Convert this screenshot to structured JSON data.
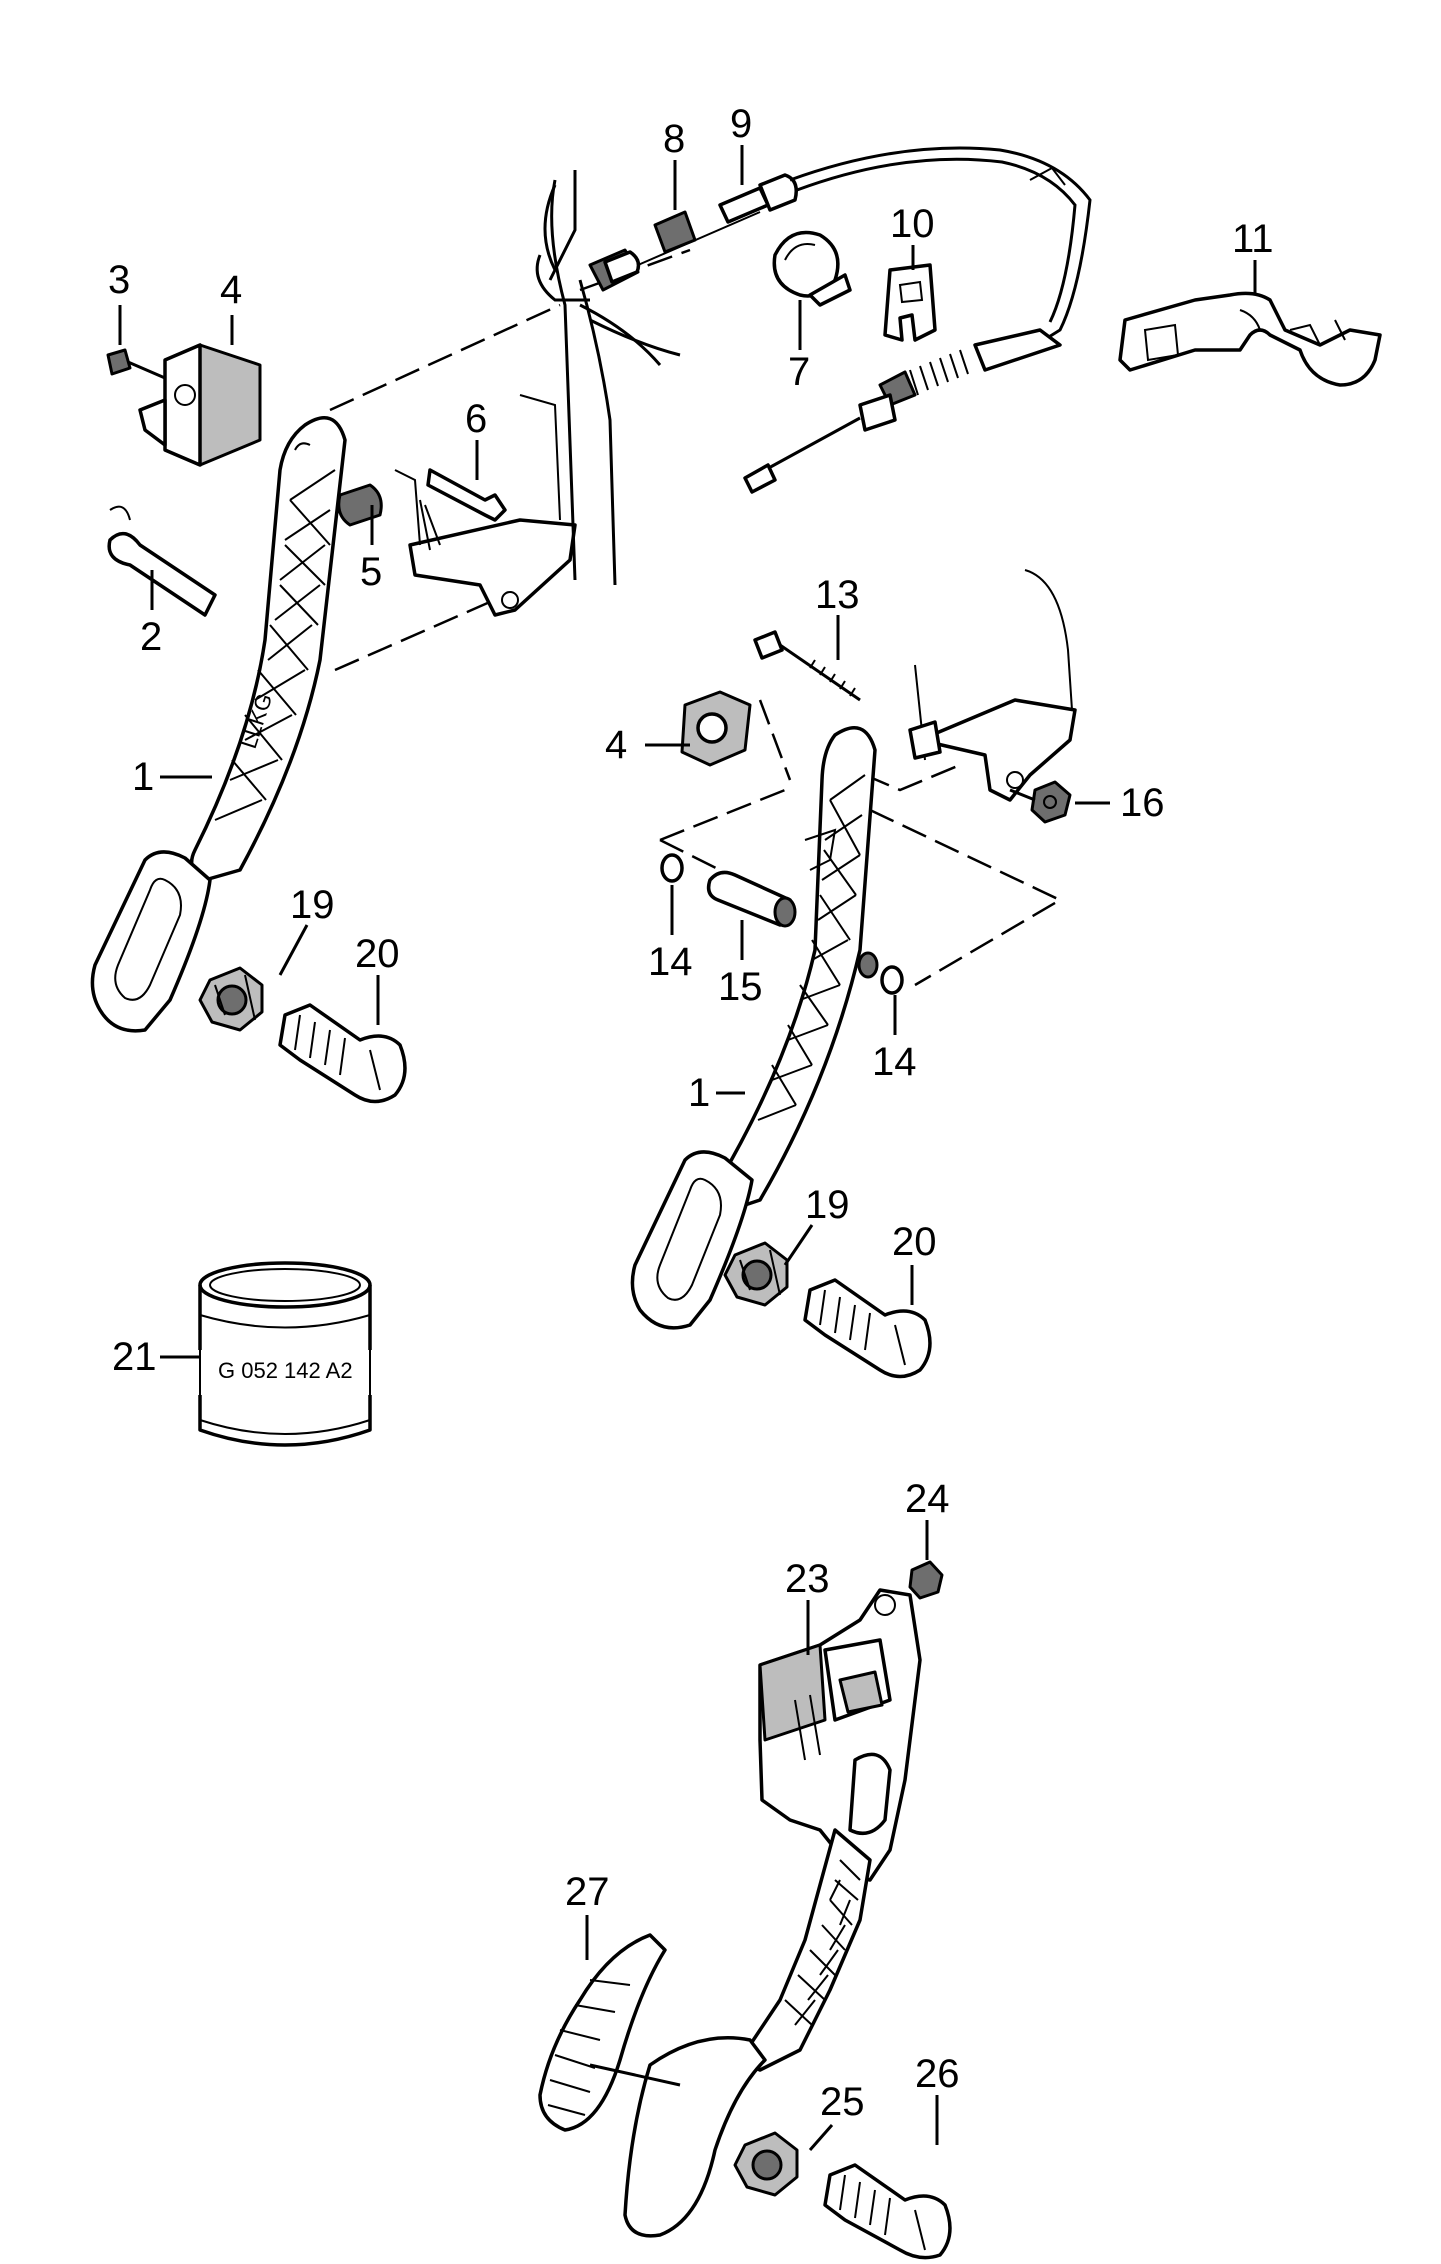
{
  "diagram": {
    "callouts": {
      "c1a": "1",
      "c1b": "1",
      "c2": "2",
      "c3": "3",
      "c4a": "4",
      "c4b": "4",
      "c5": "5",
      "c6": "6",
      "c7": "7",
      "c8": "8",
      "c9": "9",
      "c10": "10",
      "c11": "11",
      "c13": "13",
      "c14a": "14",
      "c14b": "14",
      "c15": "15",
      "c16": "16",
      "c19a": "19",
      "c19b": "19",
      "c20a": "20",
      "c20b": "20",
      "c21": "21",
      "c23": "23",
      "c24": "24",
      "c25": "25",
      "c26": "26",
      "c27": "27"
    },
    "markings": {
      "pedal_text": "LLKG",
      "sleeve_text": "G 052 142 A2"
    }
  }
}
